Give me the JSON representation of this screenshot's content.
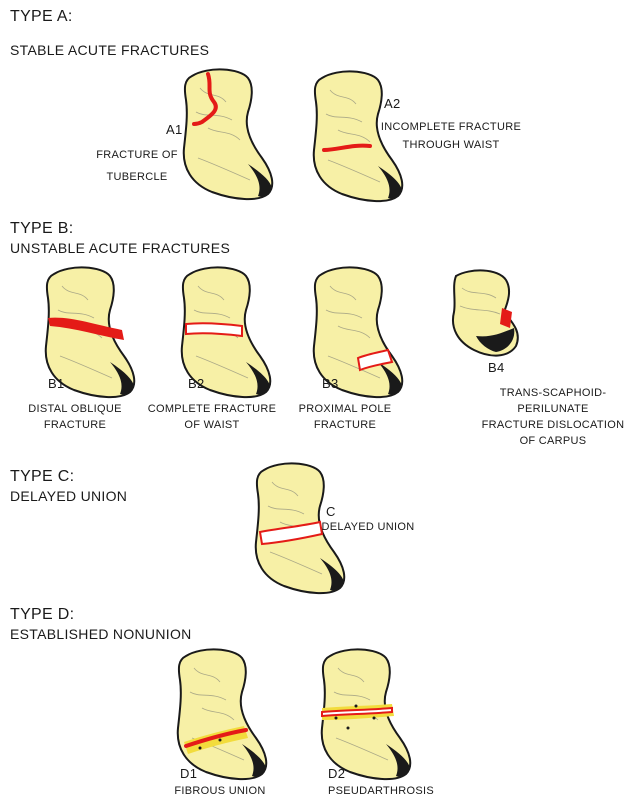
{
  "type_a": {
    "title": "TYPE A:",
    "subtitle": "STABLE ACUTE FRACTURES",
    "a1": {
      "code": "A1",
      "caption_line1": "FRACTURE OF",
      "caption_line2": "TUBERCLE"
    },
    "a2": {
      "code": "A2",
      "caption_line1": "INCOMPLETE FRACTURE",
      "caption_line2": "THROUGH WAIST"
    }
  },
  "type_b": {
    "title": "TYPE B:",
    "subtitle": "UNSTABLE ACUTE FRACTURES",
    "b1": {
      "code": "B1",
      "caption_line1": "DISTAL OBLIQUE",
      "caption_line2": "FRACTURE"
    },
    "b2": {
      "code": "B2",
      "caption_line1": "COMPLETE FRACTURE",
      "caption_line2": "OF WAIST"
    },
    "b3": {
      "code": "B3",
      "caption_line1": "PROXIMAL POLE",
      "caption_line2": "FRACTURE"
    },
    "b4": {
      "code": "B4",
      "caption_line1": "TRANS-SCAPHOID-",
      "caption_line2": "PERILUNATE",
      "caption_line3": "FRACTURE DISLOCATION",
      "caption_line4": "OF CARPUS"
    }
  },
  "type_c": {
    "title": "TYPE C:",
    "subtitle": "DELAYED UNION",
    "c": {
      "code": "C",
      "caption_line1": "DELAYED UNION"
    }
  },
  "type_d": {
    "title": "TYPE D:",
    "subtitle": "ESTABLISHED NONUNION",
    "d1": {
      "code": "D1",
      "caption_line1": "FIBROUS UNION"
    },
    "d2": {
      "code": "D2",
      "caption_line1": "PSEUDARTHROSIS"
    }
  },
  "colors": {
    "bone": "#f7f0a6",
    "fracture": "#e41b17",
    "outline": "#1a1a1a",
    "fibrous": "#f2dc3c"
  }
}
